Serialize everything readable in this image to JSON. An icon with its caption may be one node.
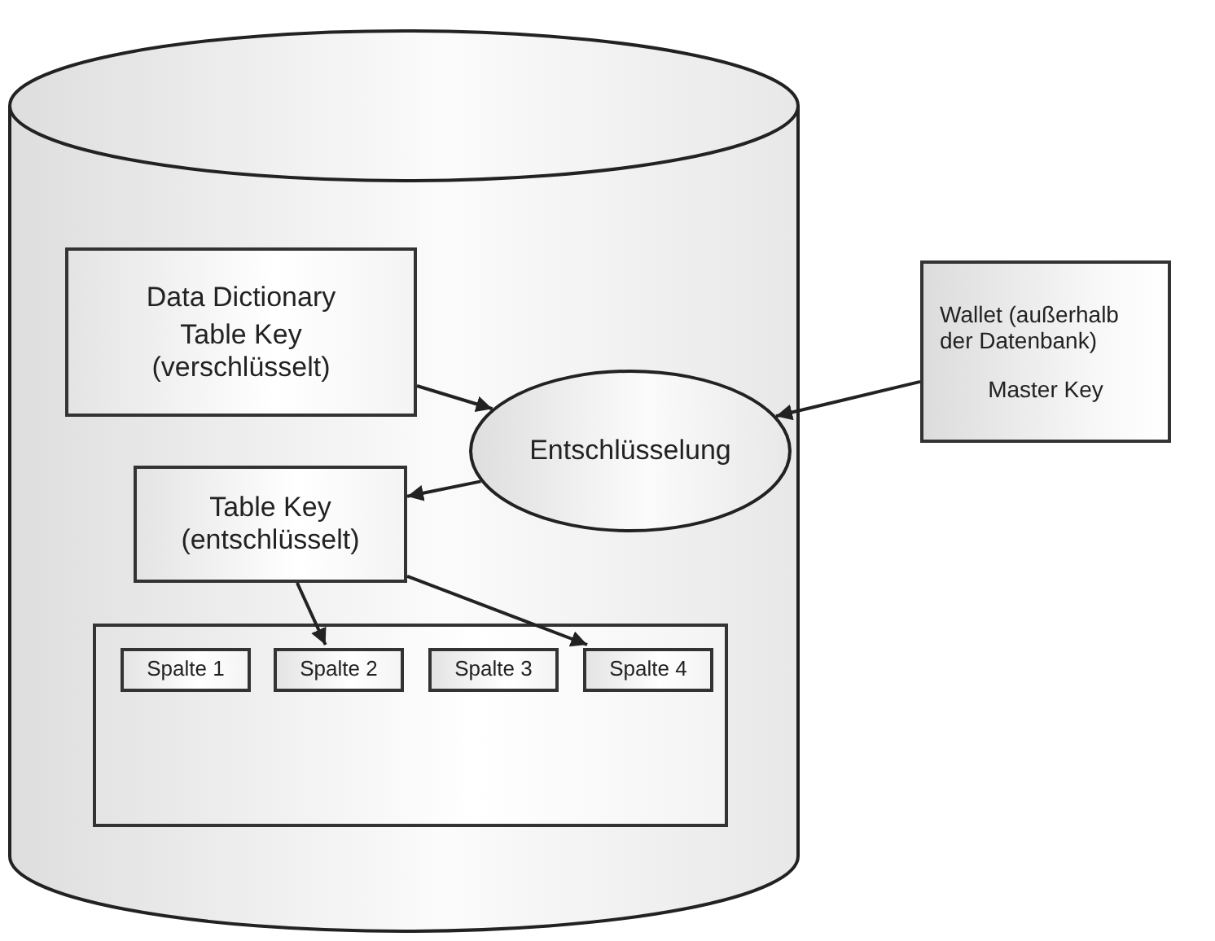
{
  "diagram": {
    "nodes": [
      {
        "text": [],
        "shape": "cylinder"
      },
      {
        "text": [
          "Data Dictionary",
          "Table Key (verschlüsselt)"
        ],
        "in": 0
      },
      {
        "text": [
          "Wallet (außerhalb der Datenbank)",
          "Master Key"
        ]
      },
      {
        "text": [
          "Entschlüsselung"
        ],
        "in": 0
      },
      {
        "text": [
          "Table Key (entschlüsselt)"
        ],
        "in": 0
      },
      {
        "text": [],
        "shape": "box",
        "in": 0
      },
      {
        "text": [
          "Spalte 1"
        ],
        "in": 5
      },
      {
        "text": [
          "Spalte 2"
        ],
        "in": 5
      },
      {
        "text": [
          "Spalte 3"
        ],
        "in": 5
      },
      {
        "text": [
          "Spalte 4"
        ],
        "in": 5
      }
    ],
    "edges": [
      {
        "from": 1,
        "to": 3,
        "arrow": "to"
      },
      {
        "from": 2,
        "to": 3,
        "arrow": "to"
      },
      {
        "from": 3,
        "to": 4,
        "arrow": "to"
      },
      {
        "from": 4,
        "to": 7,
        "arrow": "to"
      },
      {
        "from": 4,
        "to": 9,
        "arrow": "to"
      }
    ]
  }
}
